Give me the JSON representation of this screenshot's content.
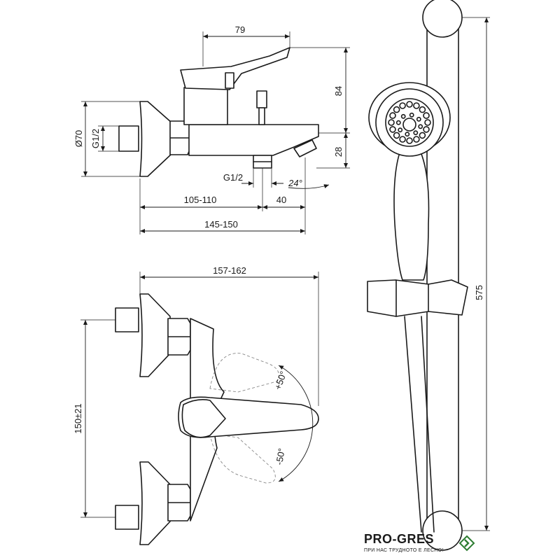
{
  "dimensions": {
    "top_width": "79",
    "lever_height": "84",
    "spout_height": "28",
    "flange_diameter": "Ø70",
    "inlet_thread": "G1/2",
    "outlet_thread": "G1/2",
    "spout_angle": "24°",
    "inlet_to_outlet": "105-110",
    "outlet_to_tip": "40",
    "total_projection": "145-150",
    "front_projection": "157-162",
    "inlet_spacing": "150±21",
    "rotate_up": "+50°",
    "rotate_down": "-50°",
    "rail_length": "575"
  },
  "logo": {
    "brand": "PRO-GRES",
    "tagline": "ПРИ НАС ТРУДНОТО Е ЛЕСНО!"
  },
  "colors": {
    "ink": "#1a1a1a",
    "logo_accent": "#2e7d32"
  }
}
